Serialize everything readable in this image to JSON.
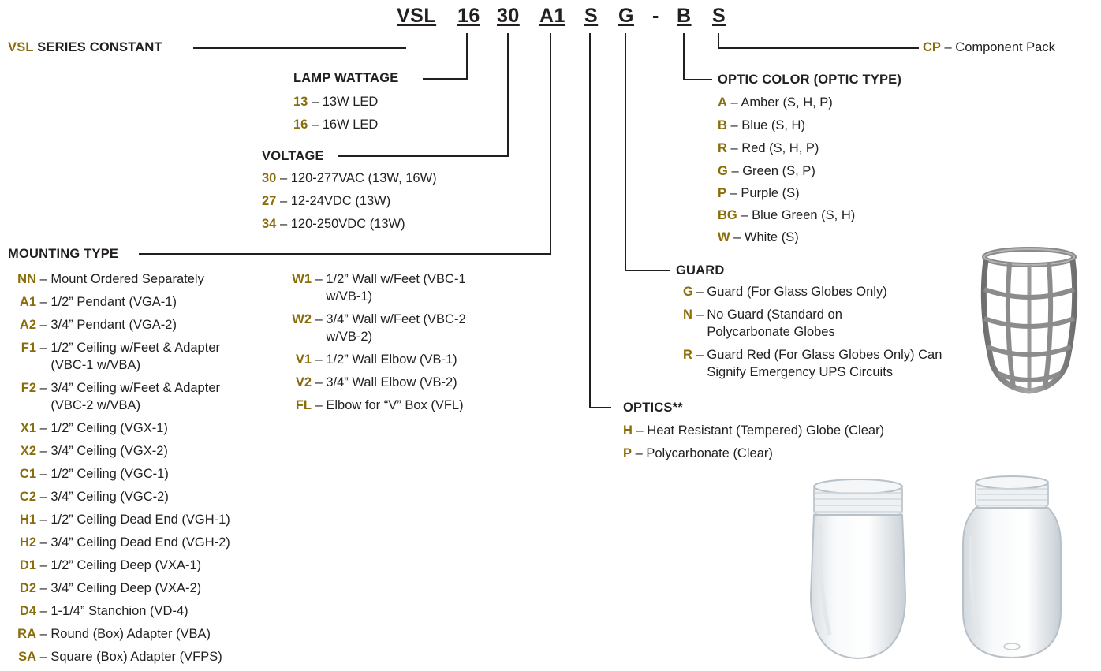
{
  "code_letters": [
    "VSL",
    "16",
    "30",
    "A1",
    "S",
    "G",
    "-",
    "B",
    "S"
  ],
  "series": {
    "code": "VSL",
    "label": "SERIES CONSTANT"
  },
  "component_pack": {
    "code": "CP",
    "label": "– Component Pack"
  },
  "lamp_wattage": {
    "heading": "LAMP WATTAGE",
    "items": [
      {
        "code": "13",
        "text": "– 13W LED"
      },
      {
        "code": "16",
        "text": "– 16W LED"
      }
    ]
  },
  "voltage": {
    "heading": "VOLTAGE",
    "items": [
      {
        "code": "30",
        "text": "– 120-277VAC (13W, 16W)"
      },
      {
        "code": "27",
        "text": "– 12-24VDC (13W)"
      },
      {
        "code": "34",
        "text": "– 120-250VDC (13W)"
      }
    ]
  },
  "mounting_type": {
    "heading": "MOUNTING TYPE",
    "col1": [
      {
        "code": "NN",
        "text": "Mount Ordered Separately"
      },
      {
        "code": "A1",
        "text": "1/2” Pendant (VGA-1)"
      },
      {
        "code": "A2",
        "text": "3/4” Pendant (VGA-2)"
      },
      {
        "code": "F1",
        "text": "1/2” Ceiling w/Feet & Adapter (VBC-1 w/VBA)"
      },
      {
        "code": "F2",
        "text": "3/4” Ceiling w/Feet & Adapter (VBC-2 w/VBA)"
      },
      {
        "code": "X1",
        "text": "1/2” Ceiling (VGX-1)"
      },
      {
        "code": "X2",
        "text": "3/4” Ceiling (VGX-2)"
      },
      {
        "code": "C1",
        "text": "1/2” Ceiling (VGC-1)"
      },
      {
        "code": "C2",
        "text": "3/4” Ceiling (VGC-2)"
      },
      {
        "code": "H1",
        "text": "1/2” Ceiling Dead End (VGH-1)"
      },
      {
        "code": "H2",
        "text": "3/4” Ceiling Dead End (VGH-2)"
      },
      {
        "code": "D1",
        "text": "1/2” Ceiling Deep (VXA-1)"
      },
      {
        "code": "D2",
        "text": "3/4” Ceiling Deep (VXA-2)"
      },
      {
        "code": "D4",
        "text": "1-1/4” Stanchion (VD-4)"
      },
      {
        "code": "RA",
        "text": "Round (Box) Adapter (VBA)"
      },
      {
        "code": "SA",
        "text": "Square (Box) Adapter (VFPS)"
      }
    ],
    "col2": [
      {
        "code": "W1",
        "text": "1/2” Wall w/Feet (VBC-1 w/VB-1)"
      },
      {
        "code": "W2",
        "text": "3/4” Wall w/Feet (VBC-2 w/VB-2)"
      },
      {
        "code": "V1",
        "text": "1/2” Wall Elbow (VB-1)"
      },
      {
        "code": "V2",
        "text": "3/4” Wall Elbow (VB-2)"
      },
      {
        "code": "FL",
        "text": "Elbow for “V” Box (VFL)"
      }
    ]
  },
  "optic_color": {
    "heading": "OPTIC COLOR (OPTIC TYPE)",
    "items": [
      {
        "code": "A",
        "text": "– Amber (S, H, P)"
      },
      {
        "code": "B",
        "text": "– Blue (S, H)"
      },
      {
        "code": "R",
        "text": "– Red (S, H, P)"
      },
      {
        "code": "G",
        "text": "– Green (S, P)"
      },
      {
        "code": "P",
        "text": "– Purple (S)"
      },
      {
        "code": "BG",
        "text": "– Blue Green (S, H)"
      },
      {
        "code": "W",
        "text": "– White (S)"
      }
    ]
  },
  "guard": {
    "heading": "GUARD",
    "items": [
      {
        "code": "G",
        "text": "Guard (For Glass Globes Only)"
      },
      {
        "code": "N",
        "text": "No Guard (Standard on Polycarbonate Globes"
      },
      {
        "code": "R",
        "text": "Guard Red (For Glass Globes Only) Can Signify Emergency UPS Circuits"
      }
    ]
  },
  "optics": {
    "heading": "OPTICS**",
    "items": [
      {
        "code": "H",
        "text": "– Heat Resistant (Tempered) Globe (Clear)"
      },
      {
        "code": "P",
        "text": "– Polycarbonate (Clear)"
      }
    ]
  },
  "colors": {
    "accent": "#8a6d0b",
    "text": "#231f20",
    "guard_gray": "#8c8c8c"
  }
}
